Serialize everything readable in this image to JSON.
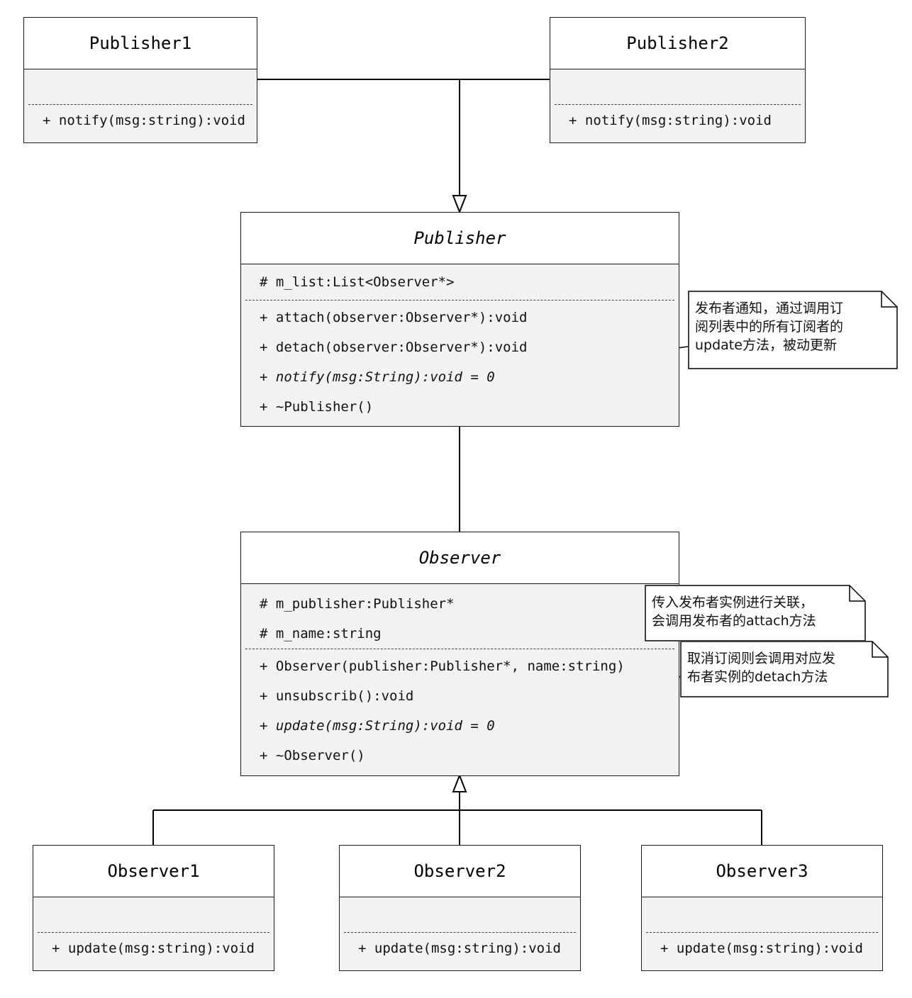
{
  "publisher1": {
    "name": "Publisher1",
    "methods": [
      "+ notify(msg:string):void"
    ]
  },
  "publisher2": {
    "name": "Publisher2",
    "methods": [
      "+ notify(msg:string):void"
    ]
  },
  "publisher": {
    "name": "Publisher",
    "attributes": [
      "# m_list:List<Observer*>"
    ],
    "methods": [
      "+ attach(observer:Observer*):void",
      "+ detach(observer:Observer*):void",
      "+ notify(msg:String):void = 0",
      "+ ~Publisher()"
    ]
  },
  "observer": {
    "name": "Observer",
    "attributes": [
      "# m_publisher:Publisher*",
      "# m_name:string"
    ],
    "methods": [
      "+ Observer(publisher:Publisher*, name:string)",
      "+ unsubscrib():void",
      "+ update(msg:String):void = 0",
      "+ ~Observer()"
    ]
  },
  "observer1": {
    "name": "Observer1",
    "methods": [
      "+ update(msg:string):void"
    ]
  },
  "observer2": {
    "name": "Observer2",
    "methods": [
      "+ update(msg:string):void"
    ]
  },
  "observer3": {
    "name": "Observer3",
    "methods": [
      "+ update(msg:string):void"
    ]
  },
  "notes": {
    "notify_note": "发布者通知，通过调用订\n阅列表中的所有订阅者的\nupdate方法，被动更新",
    "constructor_note": "传入发布者实例进行关联，\n会调用发布者的attach方法",
    "unsubscribe_note": "取消订阅则会调用对应发\n布者实例的detach方法"
  }
}
